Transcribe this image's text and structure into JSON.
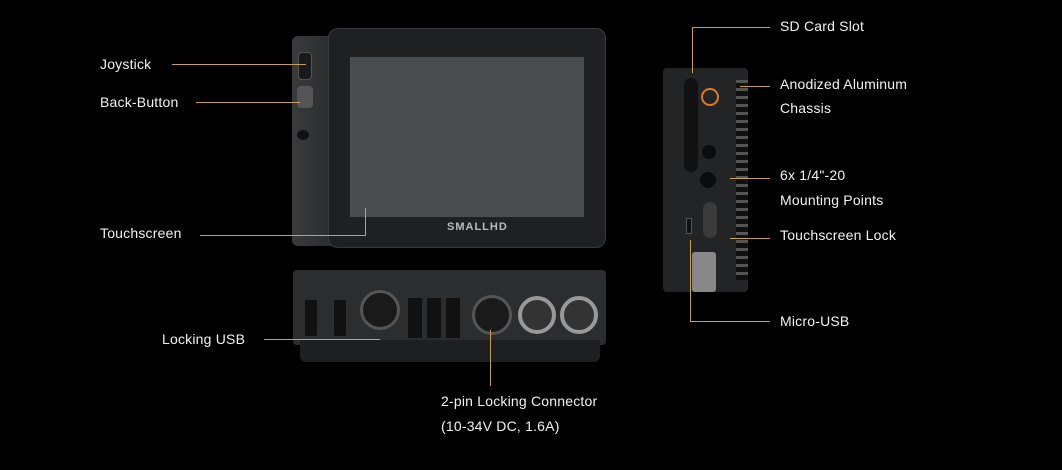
{
  "product": {
    "brand_logo": "SMALLHD"
  },
  "callouts": {
    "joystick": "Joystick",
    "back_button": "Back-Button",
    "touchscreen": "Touchscreen",
    "locking_usb": "Locking USB",
    "two_pin_line1": "2-pin Locking Connector",
    "two_pin_line2": "(10-34V DC, 1.6A)",
    "sd_card_slot": "SD Card Slot",
    "chassis_line1": "Anodized Aluminum",
    "chassis_line2": "Chassis",
    "mounting_line1": "6x 1/4\"-20",
    "mounting_line2": "Mounting Points",
    "touchscreen_lock": "Touchscreen Lock",
    "micro_usb": "Micro-USB"
  },
  "colors": {
    "leader_line": "#c9a24a",
    "power_accent": "#e07a1f",
    "background": "#000000"
  }
}
